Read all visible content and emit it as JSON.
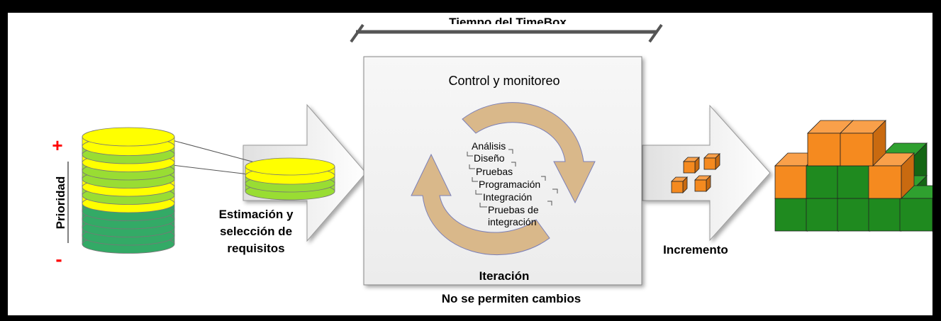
{
  "diagram": {
    "timebox_label": "Tiempo del TimeBox",
    "box_title": "Control y monitoreo",
    "iteration_label": "Iteración",
    "no_changes_label": "No se permiten cambios",
    "priority_label": "Prioridad",
    "priority_high": "+",
    "priority_low": "-",
    "estimation_line1": "Estimación y",
    "estimation_line2": "selección de",
    "estimation_line3": "requisitos",
    "increment_label": "Incremento",
    "steps": [
      "Análisis",
      "Diseño",
      "Pruebas",
      "Programación",
      "Integración",
      "Pruebas de",
      "integración"
    ]
  },
  "colors": {
    "yellow": "#ffff00",
    "light_green": "#99dd33",
    "dark_green": "#33aa66",
    "orange": "#f58a1f",
    "cube_green": "#1f8a1f",
    "cycle_tan": "#d9b88a",
    "plus_minus_red": "#ff0000"
  }
}
